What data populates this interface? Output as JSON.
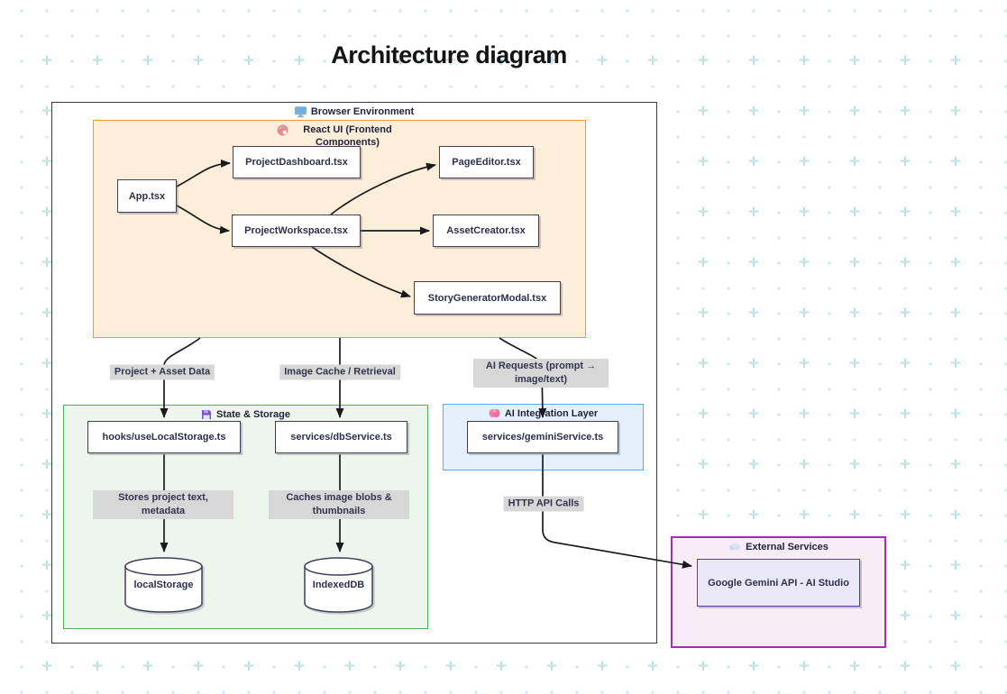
{
  "title": "Architecture diagram",
  "clusters": {
    "browser": {
      "label": "Browser Environment",
      "icon": "monitor"
    },
    "react_ui": {
      "label": "React UI (Frontend Components)",
      "icon": "palette"
    },
    "storage": {
      "label": "State & Storage",
      "icon": "floppy-disk"
    },
    "ai_layer": {
      "label": "AI Integration Layer",
      "icon": "brain"
    },
    "external": {
      "label": "External Services",
      "icon": "cloud"
    }
  },
  "nodes": {
    "app": {
      "label": "App.tsx"
    },
    "project_dashboard": {
      "label": "ProjectDashboard.tsx"
    },
    "project_workspace": {
      "label": "ProjectWorkspace.tsx"
    },
    "page_editor": {
      "label": "PageEditor.tsx"
    },
    "asset_creator": {
      "label": "AssetCreator.tsx"
    },
    "story_generator_modal": {
      "label": "StoryGeneratorModal.tsx"
    },
    "use_local_storage": {
      "label": "hooks/useLocalStorage.ts"
    },
    "db_service": {
      "label": "services/dbService.ts"
    },
    "gemini_service": {
      "label": "services/geminiService.ts"
    },
    "local_storage_db": {
      "label": "localStorage"
    },
    "indexed_db": {
      "label": "IndexedDB"
    },
    "gemini_api": {
      "label": "Google Gemini API - AI Studio"
    }
  },
  "edge_labels": {
    "project_asset_data": "Project + Asset Data",
    "image_cache": "Image Cache / Retrieval",
    "ai_requests": "AI Requests (prompt → image/text)",
    "stores_project": "Stores project text, metadata",
    "caches_blobs": "Caches image blobs & thumbnails",
    "http_calls": "HTTP API Calls"
  },
  "colors": {
    "react_border": "#ef9a3a",
    "react_fill": "#fdeeda",
    "storage_border": "#54b158",
    "storage_fill": "#ecf6ec",
    "ai_border": "#57a9ef",
    "ai_fill": "#e4f1fc",
    "external_border": "#a62cb8",
    "external_fill": "#f8ecf8",
    "gemini_border": "#5838ab",
    "gemini_fill": "#eae8f8",
    "node_border": "#3f3f58",
    "node_fill": "#ffffff",
    "browser_border": "#3a3a40",
    "edge_color": "#1a1a1a",
    "edge_label_bg": "#d7d7d7",
    "text_color": "#2f2f4a",
    "pattern_dot": "#d5e9ee",
    "pattern_plus": "#bfe0ea"
  }
}
